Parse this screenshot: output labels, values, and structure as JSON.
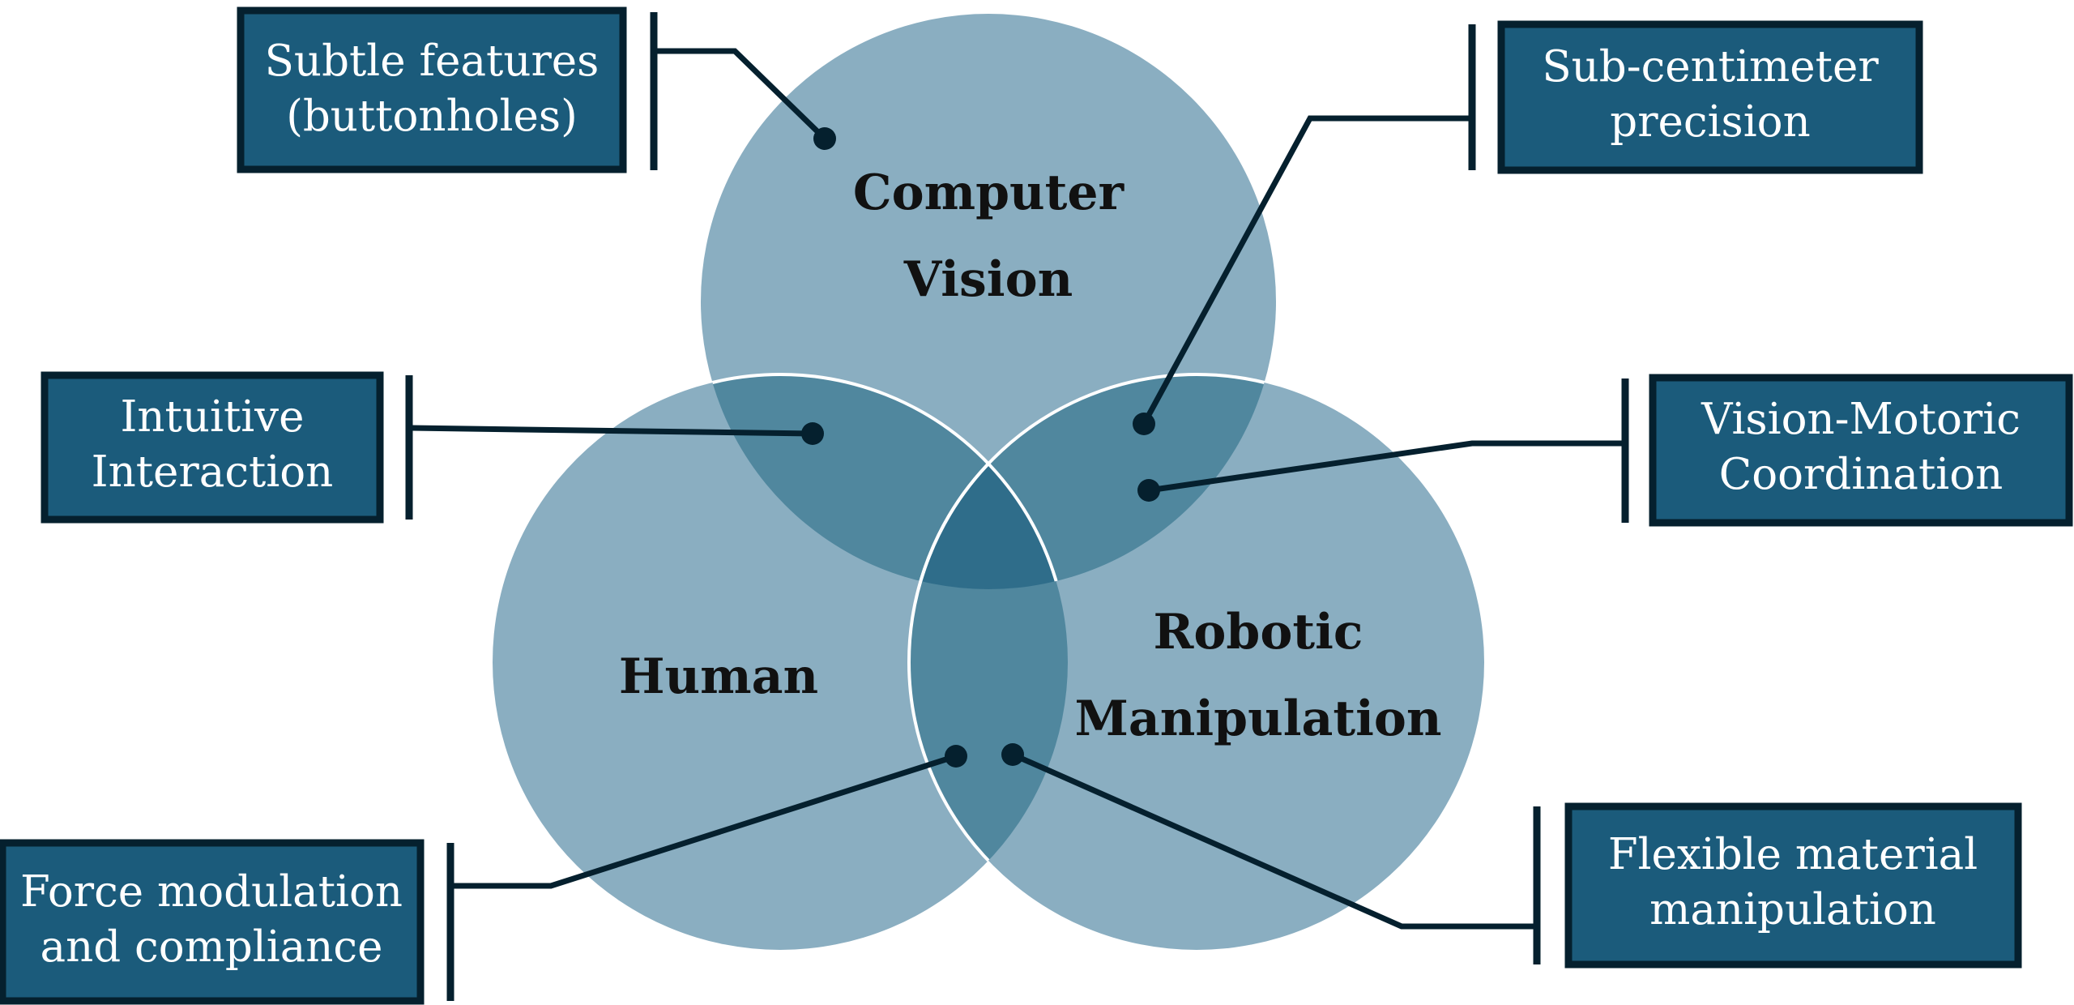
{
  "colors": {
    "circle_fill": "#8aaec1",
    "overlap_two": "#50879e",
    "overlap_three": "#2f6d8a",
    "box_fill": "#1b5b7b",
    "box_border": "#05202e",
    "leader_line": "#05202e",
    "box_text": "#ffffff",
    "title_text": "#111111"
  },
  "circles": {
    "vision": {
      "title_line1": "Computer",
      "title_line2": "Vision"
    },
    "human": {
      "title": "Human"
    },
    "robotic": {
      "title_line1": "Robotic",
      "title_line2": "Manipulation"
    }
  },
  "callouts": {
    "subtle": {
      "line1": "Subtle features",
      "line2": "(buttonholes)"
    },
    "precision": {
      "line1": "Sub-centimeter",
      "line2": "precision"
    },
    "intuitive": {
      "line1": "Intuitive",
      "line2": "Interaction"
    },
    "coordination": {
      "line1": "Vision-Motoric",
      "line2": "Coordination"
    },
    "force": {
      "line1": "Force modulation",
      "line2": "and compliance"
    },
    "flexible": {
      "line1": "Flexible material",
      "line2": "manipulation"
    }
  }
}
